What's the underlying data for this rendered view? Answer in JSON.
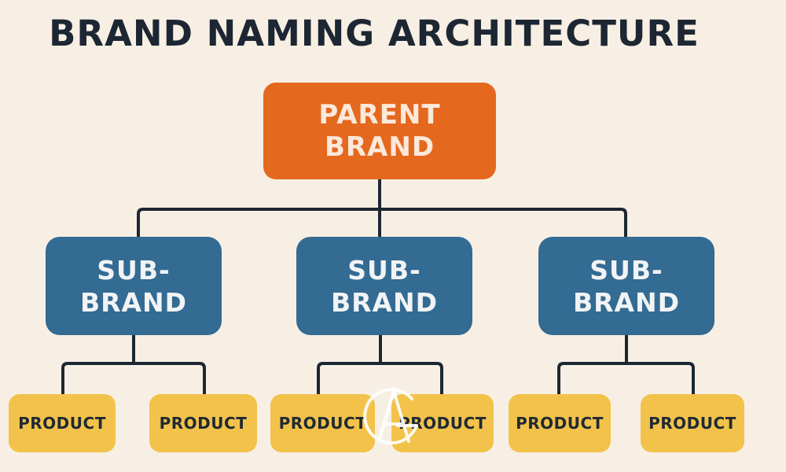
{
  "diagram": {
    "title": "BRAND NAMING ARCHITECTURE",
    "parent": {
      "line1": "PARENT",
      "line2": "BRAND"
    },
    "sub_brands": [
      {
        "line1": "SUB-",
        "line2": "BRAND"
      },
      {
        "line1": "SUB-",
        "line2": "BRAND"
      },
      {
        "line1": "SUB-",
        "line2": "BRAND"
      }
    ],
    "products": [
      "PRODUCT",
      "PRODUCT",
      "PRODUCT",
      "PRODUCT",
      "PRODUCT",
      "PRODUCT"
    ],
    "watermark": "AG"
  },
  "colors": {
    "background": "#f8efe4",
    "parent": "#e5681f",
    "sub_brand": "#336b93",
    "product": "#f2c24a",
    "connector": "#1d2733",
    "title": "#1d2733"
  }
}
